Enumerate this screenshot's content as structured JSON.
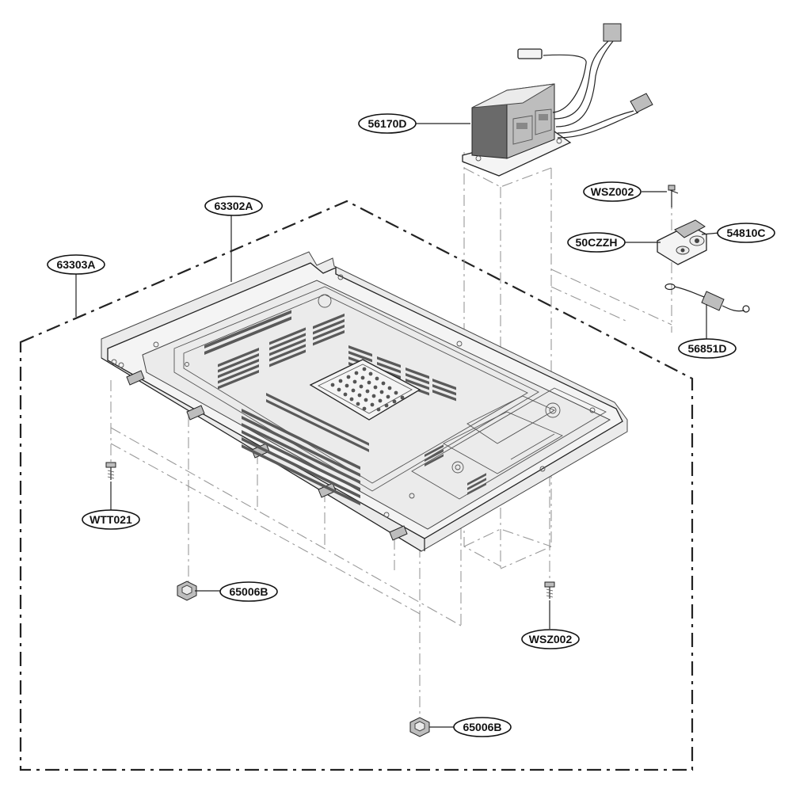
{
  "labels": {
    "transformer": "56170D",
    "base_plate": "63302A",
    "assembly": "63303A",
    "screw_top": "WSZ002",
    "sensor": "50CZZH",
    "bracket": "54810C",
    "harness": "56851D",
    "screw_left": "WTT021",
    "foot_left": "65006B",
    "screw_bottom": "WSZ002",
    "foot_bottom": "65006B"
  }
}
